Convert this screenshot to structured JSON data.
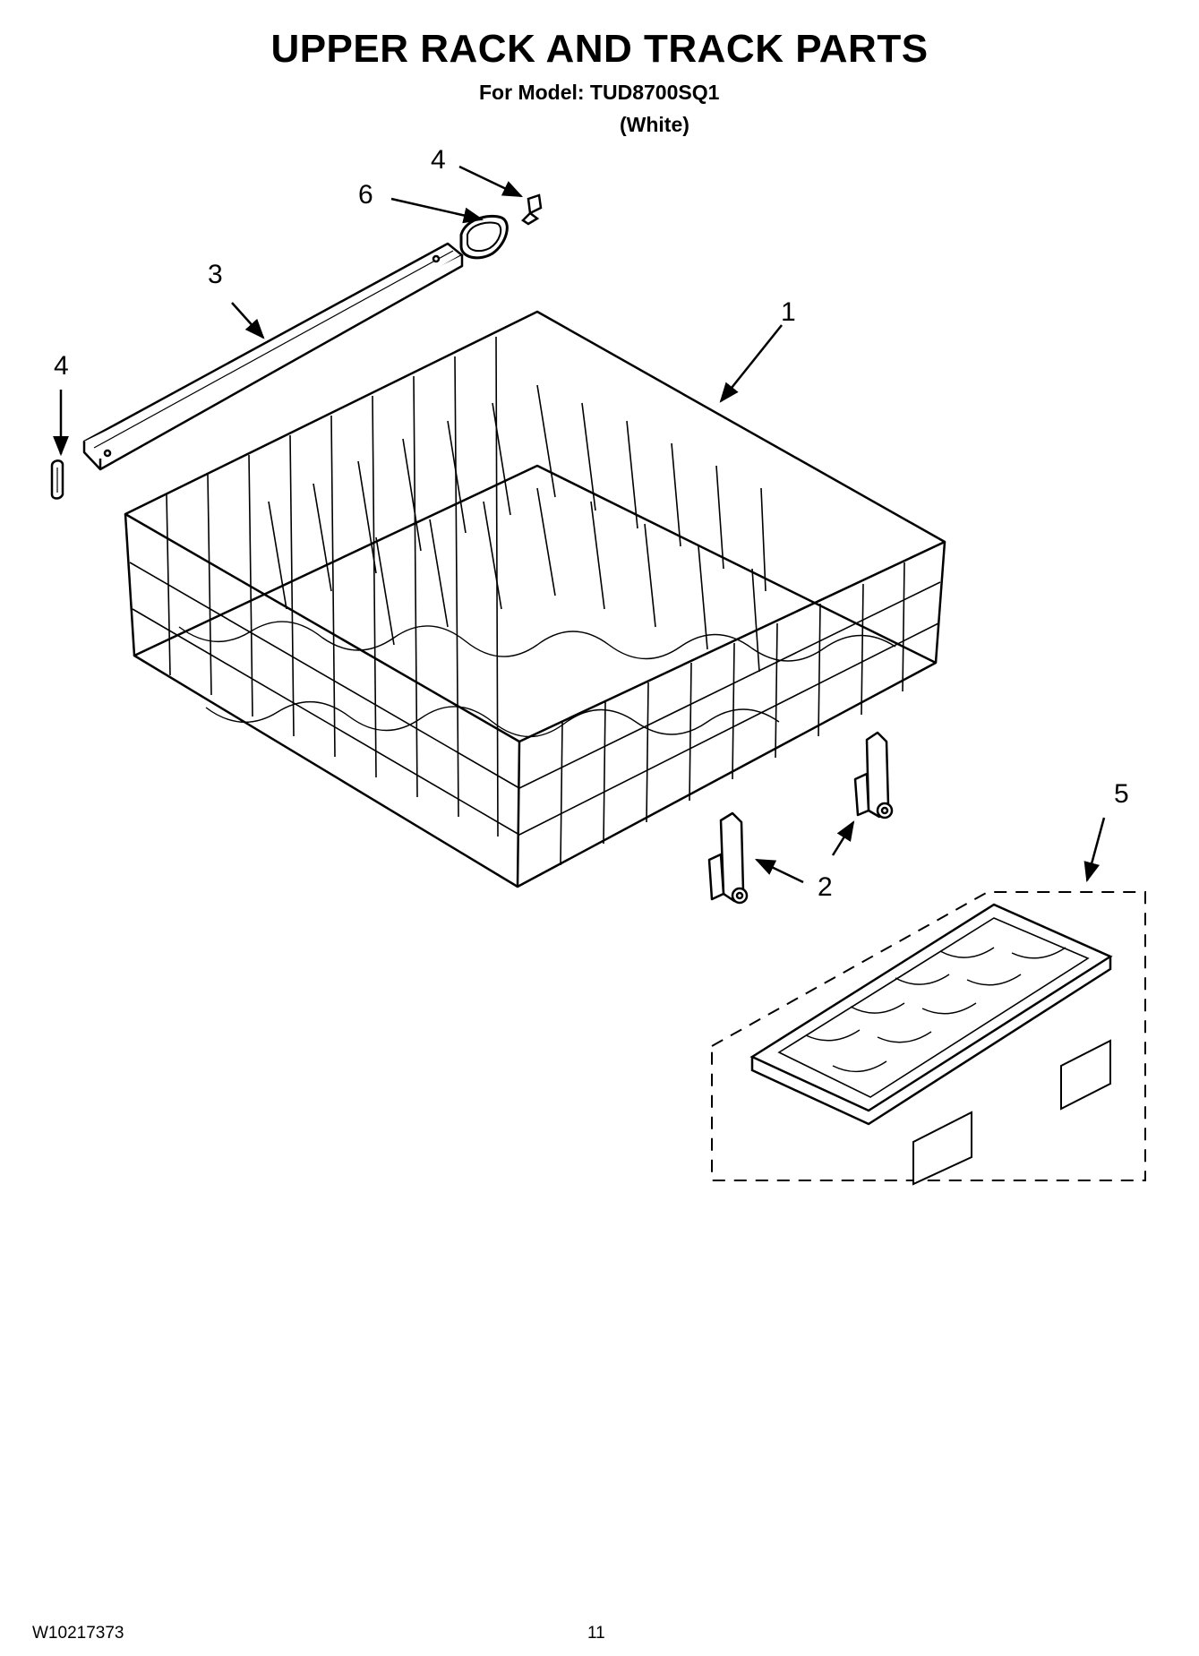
{
  "header": {
    "title": "UPPER RACK AND TRACK PARTS",
    "model_line": "For Model: TUD8700SQ1",
    "color_line": "(White)"
  },
  "callouts": {
    "rack": "1",
    "wheel_assembly": "2",
    "track": "3",
    "end_cap_top": "4",
    "end_cap_left": "4",
    "tine_rack": "5",
    "stop": "6"
  },
  "footer": {
    "document_number": "W10217373",
    "page_number": "11"
  }
}
